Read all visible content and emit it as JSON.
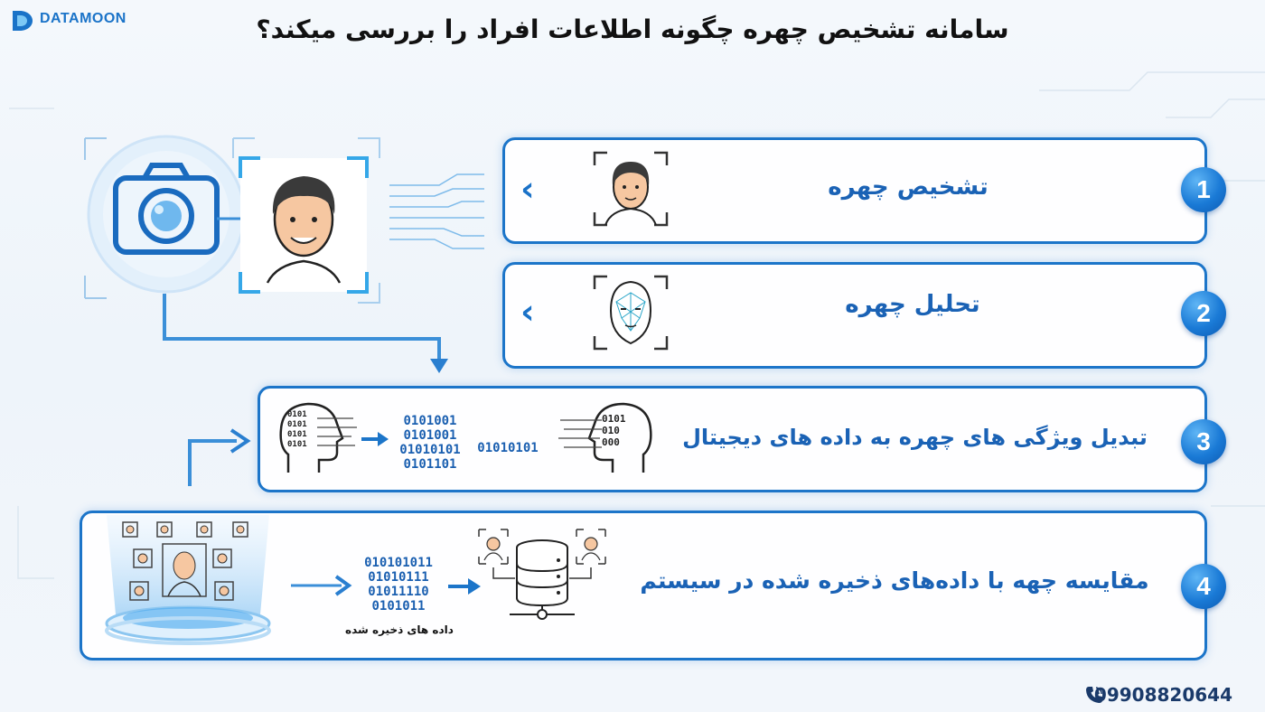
{
  "brand": {
    "name": "DATAMOON"
  },
  "title": "سامانه تشخیص چهره چگونه اطلاعات افراد را بررسی میکند؟",
  "steps": [
    {
      "number": "1",
      "label": "تشخیص چهره",
      "icon": "face-frame-icon"
    },
    {
      "number": "2",
      "label": "تحلیل چهره",
      "icon": "face-mesh-icon"
    },
    {
      "number": "3",
      "label": "تبدیل ویژگی های چهره به داده های دیجیتال",
      "icon": "head-binary-icon"
    },
    {
      "number": "4",
      "label": "مقایسه چهه با داده‌های ذخیره شده در سیستم",
      "icon": "database-icon"
    }
  ],
  "step3_binary": {
    "block": [
      "0101001",
      "0101001",
      "01010101",
      "0101101"
    ],
    "single": "01010101",
    "head_left": [
      "0101",
      "0101",
      "0101",
      "0101"
    ],
    "head_right": [
      "0101",
      "010",
      "000"
    ]
  },
  "step4_binary": {
    "block": [
      "010101011",
      "01010111",
      "01011110",
      "0101011"
    ],
    "caption": "داده های ذخیره شده"
  },
  "contact": {
    "phone": "09908820644",
    "icon": "phone-icon"
  },
  "colors": {
    "accent": "#1c75c9",
    "text_blue": "#1a62b5",
    "title": "#111111"
  }
}
